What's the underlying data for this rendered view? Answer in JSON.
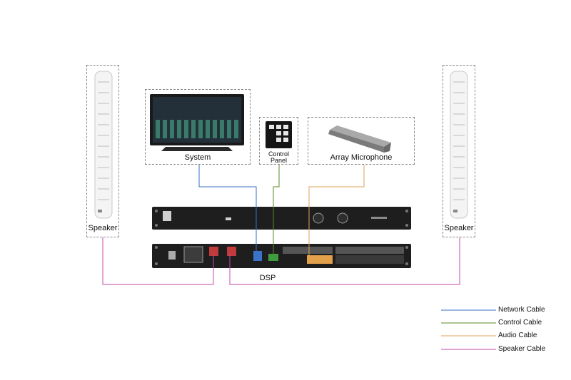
{
  "nodes": {
    "speaker_left": "Speaker",
    "speaker_right": "Speaker",
    "system": "System",
    "control_panel_line1": "Control",
    "control_panel_line2": "Panel",
    "array_microphone": "Array Microphone",
    "dsp": "DSP"
  },
  "legend": [
    {
      "label": "Network Cable",
      "color": "#3b6fc4"
    },
    {
      "label": "Control Cable",
      "color": "#5a8a2a"
    },
    {
      "label": "Audio Cable",
      "color": "#e0a35a"
    },
    {
      "label": "Speaker Cable",
      "color": "#c44aa8"
    }
  ],
  "colors": {
    "network": "#3b6fc4",
    "control": "#5a8a2a",
    "audio": "#e0a35a",
    "speaker": "#c44aa8",
    "dashed_border": "#8a8a8a",
    "device_dark": "#1e1e1e"
  }
}
